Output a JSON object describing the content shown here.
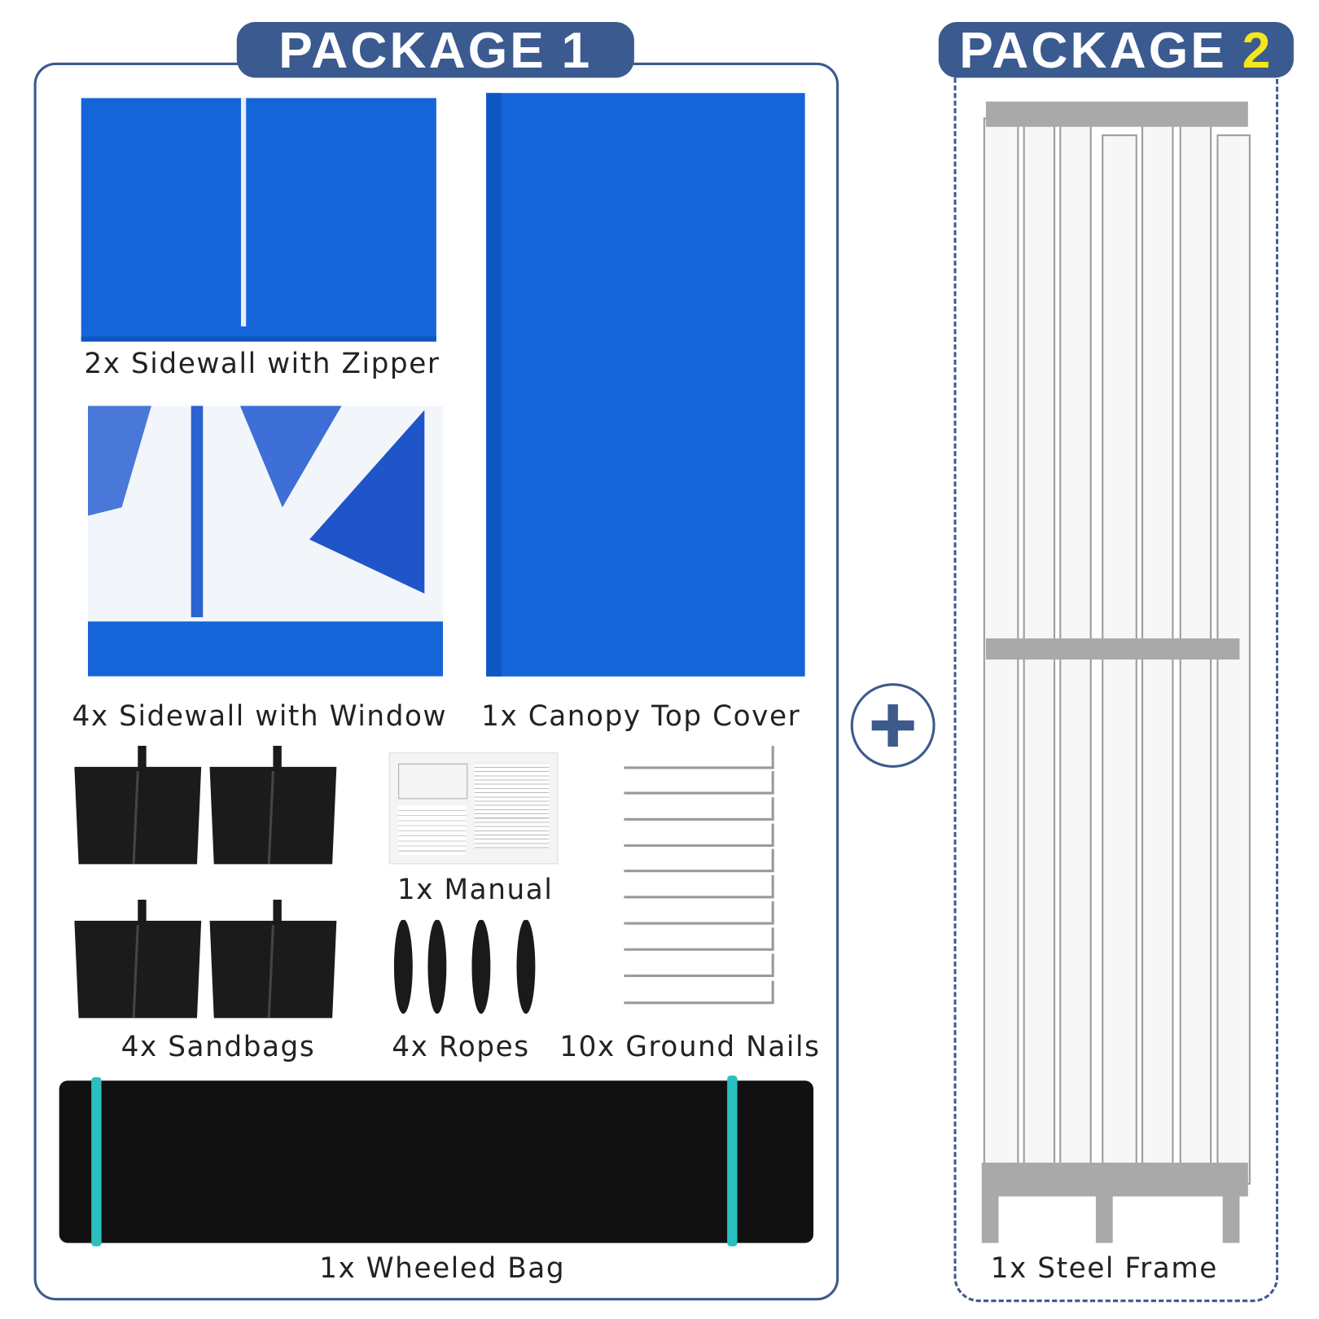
{
  "packages": [
    {
      "title": "PACKAGE",
      "number": "1"
    },
    {
      "title": "PACKAGE",
      "number": "2"
    }
  ],
  "items": {
    "sidewall_zipper": "2x Sidewall with Zipper",
    "sidewall_window": "4x Sidewall with Window",
    "canopy_top": "1x Canopy Top Cover",
    "manual": "1x Manual",
    "sandbags": "4x Sandbags",
    "ropes": "4x Ropes",
    "ground_nails": "10x Ground Nails",
    "wheeled_bag": "1x Wheeled Bag",
    "steel_frame": "1x Steel Frame"
  },
  "colors": {
    "navy": "#3b5a8f",
    "accent_yellow": "#f5e61b",
    "fabric_blue": "#1565d8",
    "strap_teal": "#2bbfc0"
  }
}
